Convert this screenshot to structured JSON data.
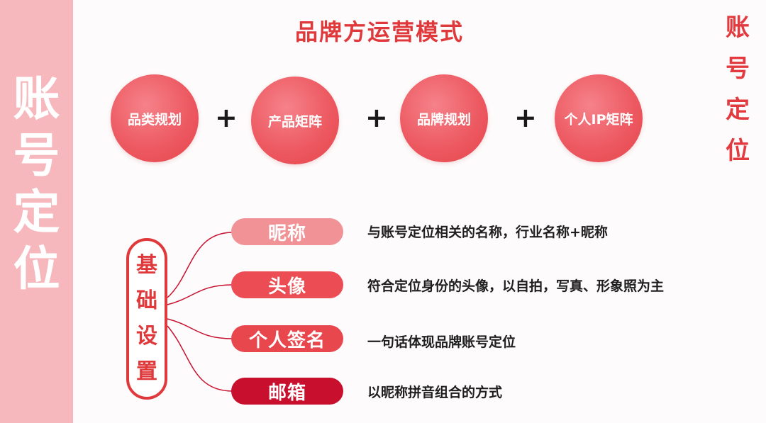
{
  "side_title": [
    "账",
    "号",
    "定",
    "位"
  ],
  "right_title": [
    "账",
    "号",
    "定",
    "位"
  ],
  "main_title": "品牌方运营模式",
  "circles": [
    "品类规划",
    "产品矩阵",
    "品牌规划",
    "个人IP矩阵"
  ],
  "plus_sign": "+",
  "base_label": [
    "基",
    "础",
    "设",
    "置"
  ],
  "items": [
    {
      "label": "昵称",
      "desc": "与账号定位相关的名称，行业名称+昵称",
      "color": "#f09296"
    },
    {
      "label": "头像",
      "desc": "符合定位身份的头像，以自拍，写真、形象照为主",
      "color": "#ec4c53"
    },
    {
      "label": "个人签名",
      "desc": "一句话体现品牌账号定位",
      "color": "#e8474d"
    },
    {
      "label": "邮箱",
      "desc": "以昵称拼音组合的方式",
      "color": "#c8102e"
    }
  ],
  "colors": {
    "accent": "#e0393c",
    "side_band": "#f6b8bc",
    "circle": "#ed5a62"
  }
}
